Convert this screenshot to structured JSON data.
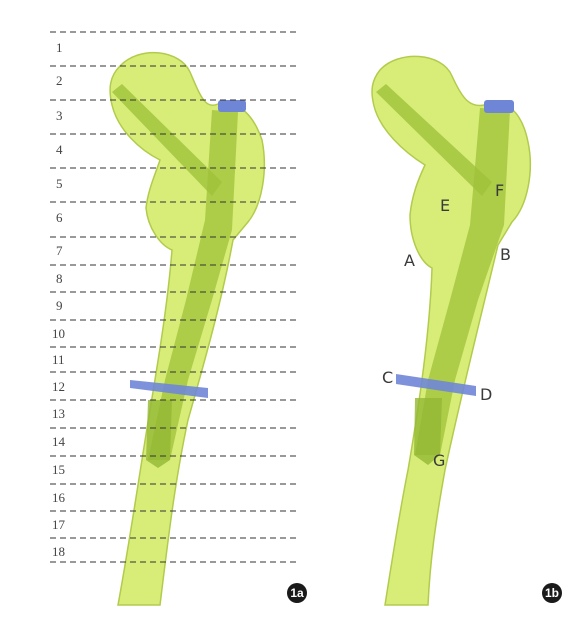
{
  "panel_a": {
    "levels": [
      "1",
      "2",
      "3",
      "4",
      "5",
      "6",
      "7",
      "8",
      "9",
      "10",
      "11",
      "12",
      "13",
      "14",
      "15",
      "16",
      "17",
      "18"
    ],
    "badge": "1a"
  },
  "panel_b": {
    "points": [
      "A",
      "B",
      "C",
      "D",
      "E",
      "F",
      "G"
    ],
    "badge": "1b"
  },
  "colors": {
    "bone_fill": "#d4ec6a",
    "bone_stroke": "#a9c63a",
    "nail_fill": "#9fc23a",
    "screw_blue": "#6f86d6",
    "badge": "#1a1a1a"
  }
}
